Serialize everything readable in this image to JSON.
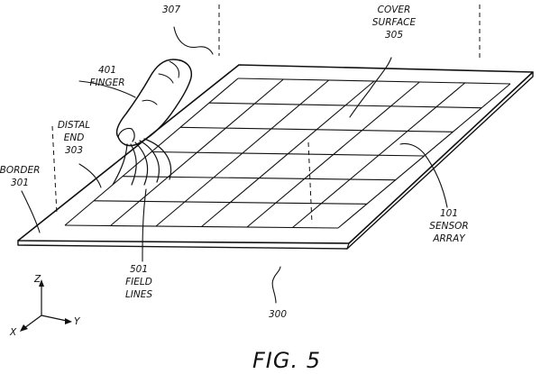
{
  "labels": {
    "ref_307": "307",
    "finger_num": "401",
    "finger": "FINGER",
    "cover_line1": "COVER",
    "cover_line2": "SURFACE",
    "cover_num": "305",
    "distal_line1": "DISTAL",
    "distal_line2": "END",
    "distal_num": "303",
    "border": "BORDER",
    "border_num": "301",
    "sensor_num": "101",
    "sensor_line1": "SENSOR",
    "sensor_line2": "ARRAY",
    "field_num": "501",
    "field_line1": "FIELD",
    "field_line2": "LINES",
    "ref_300": "300",
    "axis_z": "Z",
    "axis_y": "Y",
    "axis_x": "X"
  },
  "caption": "FIG. 5",
  "grid": {
    "columns": 6,
    "rows": 6
  },
  "colors": {
    "ink": "#111111",
    "background": "#ffffff"
  }
}
